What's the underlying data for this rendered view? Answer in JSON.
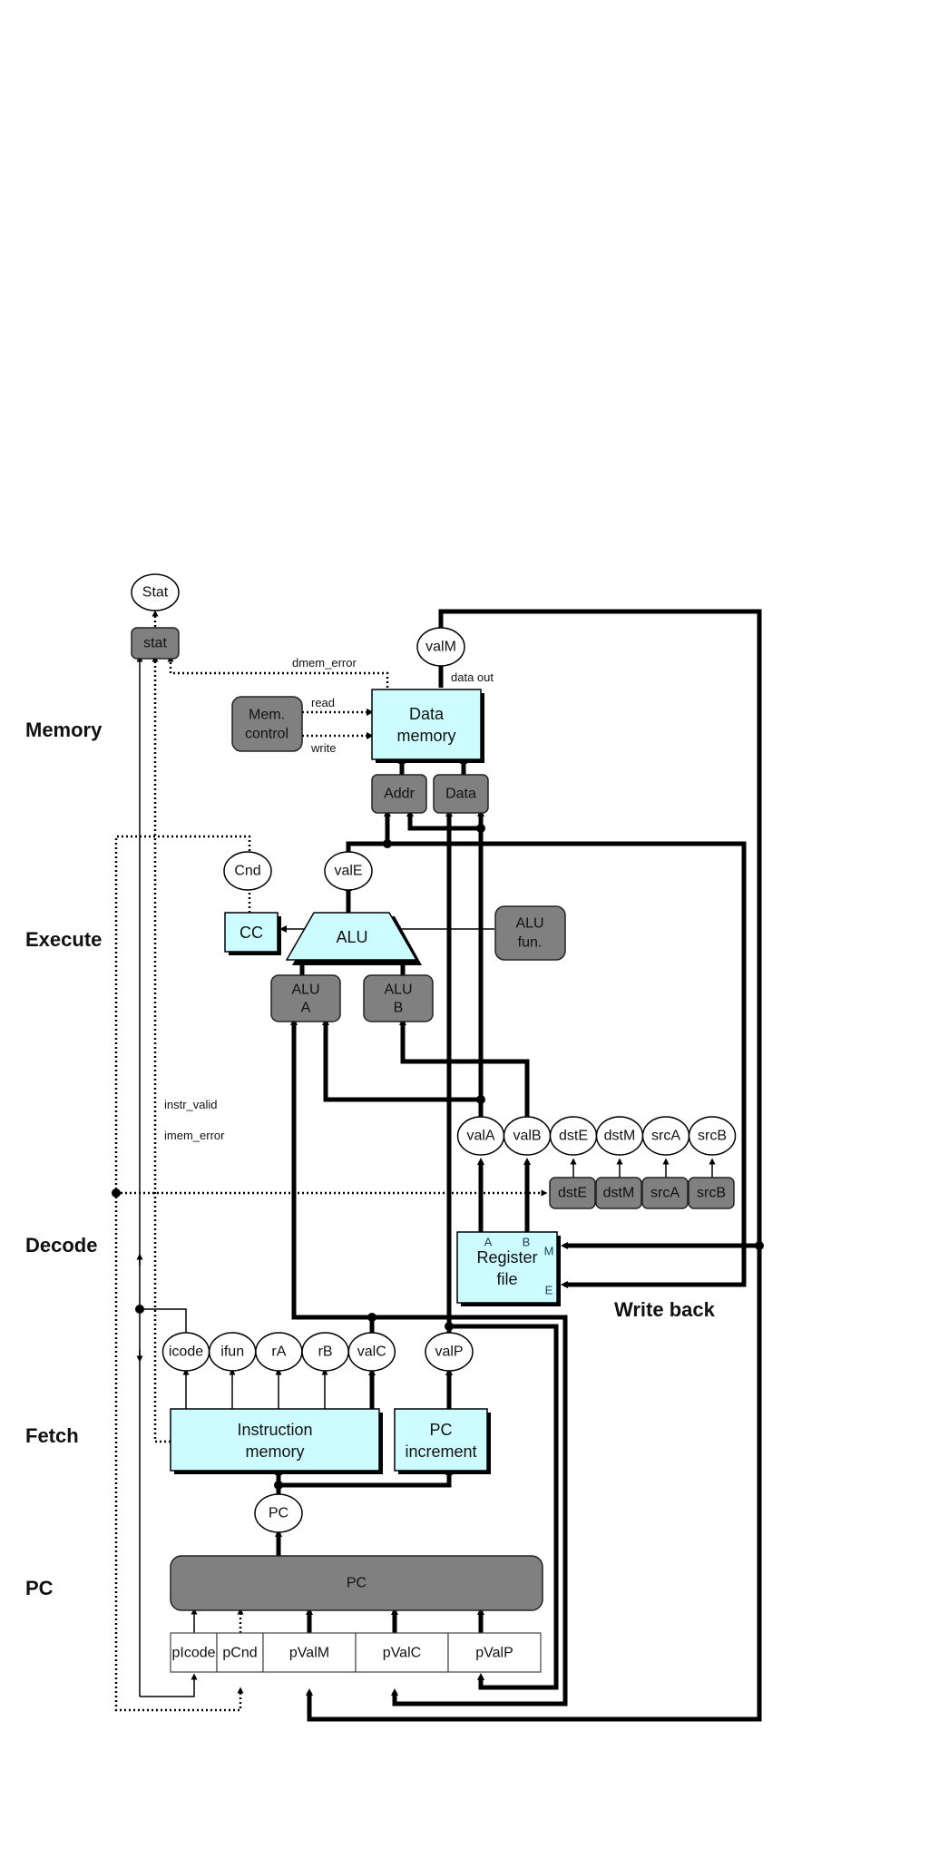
{
  "stages": {
    "memory": "Memory",
    "execute": "Execute",
    "decode": "Decode",
    "fetch": "Fetch",
    "pc": "PC",
    "write_back": "Write back"
  },
  "memory_stage": {
    "stat_out": "Stat",
    "stat_reg": "stat",
    "dmem_error": "dmem_error",
    "valM": "valM",
    "data_out": "data out",
    "mem_control": [
      "Mem.",
      "control"
    ],
    "read": "read",
    "write": "write",
    "data_memory": [
      "Data",
      "memory"
    ],
    "addr": "Addr",
    "data": "Data"
  },
  "execute_stage": {
    "cnd": "Cnd",
    "valE": "valE",
    "cc": "CC",
    "alu": "ALU",
    "alu_fun": [
      "ALU",
      "fun."
    ],
    "alu_a": [
      "ALU",
      "A"
    ],
    "alu_b": [
      "ALU",
      "B"
    ]
  },
  "decode_stage": {
    "instr_valid": "instr_valid",
    "imem_error": "imem_error",
    "outputs": [
      "valA",
      "valB",
      "dstE",
      "dstM",
      "srcA",
      "srcB"
    ],
    "selectors": [
      "dstE",
      "dstM",
      "srcA",
      "srcB"
    ],
    "register_file": [
      "Register",
      "file"
    ],
    "ports": {
      "a": "A",
      "b": "B",
      "m": "M",
      "e": "E"
    }
  },
  "fetch_stage": {
    "fields": [
      "icode",
      "ifun",
      "rA",
      "rB",
      "valC"
    ],
    "valP": "valP",
    "instruction_memory": [
      "Instruction",
      "memory"
    ],
    "pc_increment": [
      "PC",
      "increment"
    ],
    "pc": "PC"
  },
  "pc_stage": {
    "pc_select": "PC",
    "registers": [
      "pIcode",
      "pCnd",
      "pValM",
      "pValC",
      "pValP"
    ]
  },
  "colors": {
    "hardware_unit": "#ccfcff",
    "control_block": "#808080",
    "wire": "#000000"
  }
}
